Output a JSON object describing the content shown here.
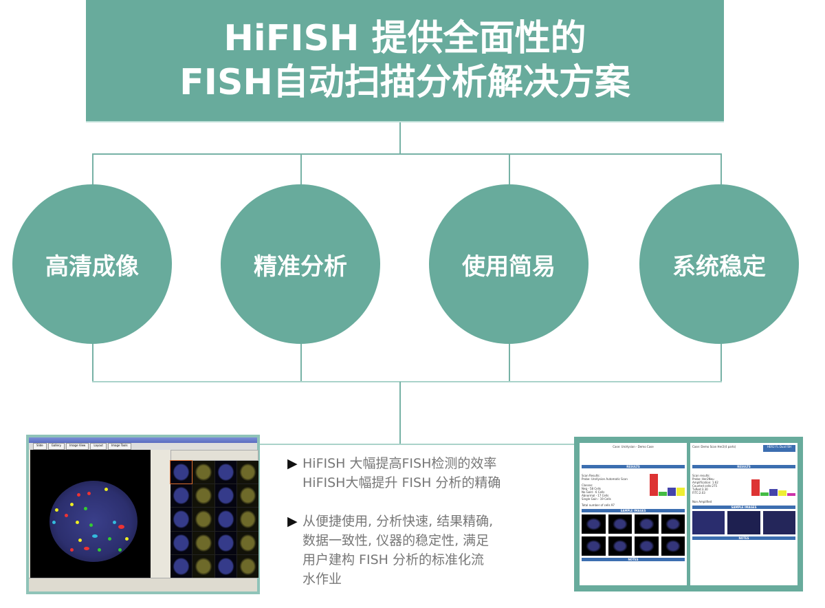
{
  "header": {
    "line1": "HiFISH 提供全面性的",
    "line2": "FISH自动扫描分析解决方案"
  },
  "features": [
    "高清成像",
    "精准分析",
    "使用简易",
    "系统稳定"
  ],
  "bullets": [
    {
      "lines": [
        "HiFISH 大幅提高FISH检测的效率",
        "HiFISH大幅提升 FISH 分析的精确"
      ]
    },
    {
      "lines": [
        "从便捷使用, 分析快速, 结果精确,",
        "数据一致性, 仪器的稳定性, 满足",
        "用户建构 FISH 分析的标准化流",
        "水作业"
      ]
    }
  ],
  "software": {
    "tabs": [
      "Slide",
      "Gallery",
      "Image View",
      "Layout",
      "Image Tools"
    ]
  },
  "report": {
    "left": {
      "case": "Case: UroVysion - Demo Case",
      "results": "RESULTS",
      "scan": [
        "Scan Results:",
        "Probe: UroVysion Automatic Scan",
        "Classes:",
        "Neg - 58 Cells",
        "No Gold - 6 Cells",
        "Abnormal - 17 Cells",
        "Single Gain - 19 Cells",
        "Total number of cells 97"
      ],
      "samples": "SAMPLE IMAGES",
      "notes": "NOTES"
    },
    "right": {
      "case": "Case: Demo Scan Her2(4 parts)",
      "badge": "HER2 FL Dual ISH",
      "results": "RESULTS",
      "scan": [
        "Scan results:",
        "Probe: Her2Neu",
        "Amplification: 1.62",
        "Counted cells:275",
        "TxRed:3.30",
        "FITC:2.03",
        "Non Amplified"
      ],
      "samples": "SAMPLE IMAGES",
      "notes": "NOTES"
    }
  },
  "colors": {
    "teal": "#68ab9c",
    "line": "#76b1a5"
  }
}
